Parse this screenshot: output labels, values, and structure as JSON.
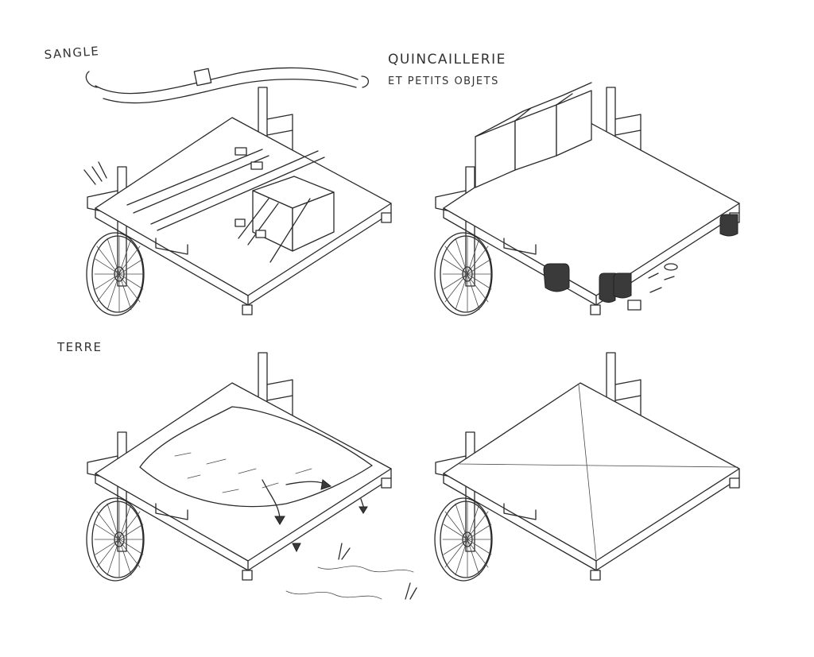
{
  "labels": {
    "sangle": "SANGLE",
    "quincaillerie_line1": "QUINCAILLERIE",
    "quincaillerie_line2": "ET PETITS OBJETS",
    "terre": "TERRE"
  },
  "panels": [
    {
      "id": "sangle",
      "label_key": "sangle"
    },
    {
      "id": "quincaillerie",
      "label_key": "quincaillerie_line1"
    },
    {
      "id": "terre",
      "label_key": "terre"
    },
    {
      "id": "empty",
      "label_key": ""
    }
  ],
  "colors": {
    "ink": "#2a2a2a",
    "paper": "#ffffff"
  }
}
